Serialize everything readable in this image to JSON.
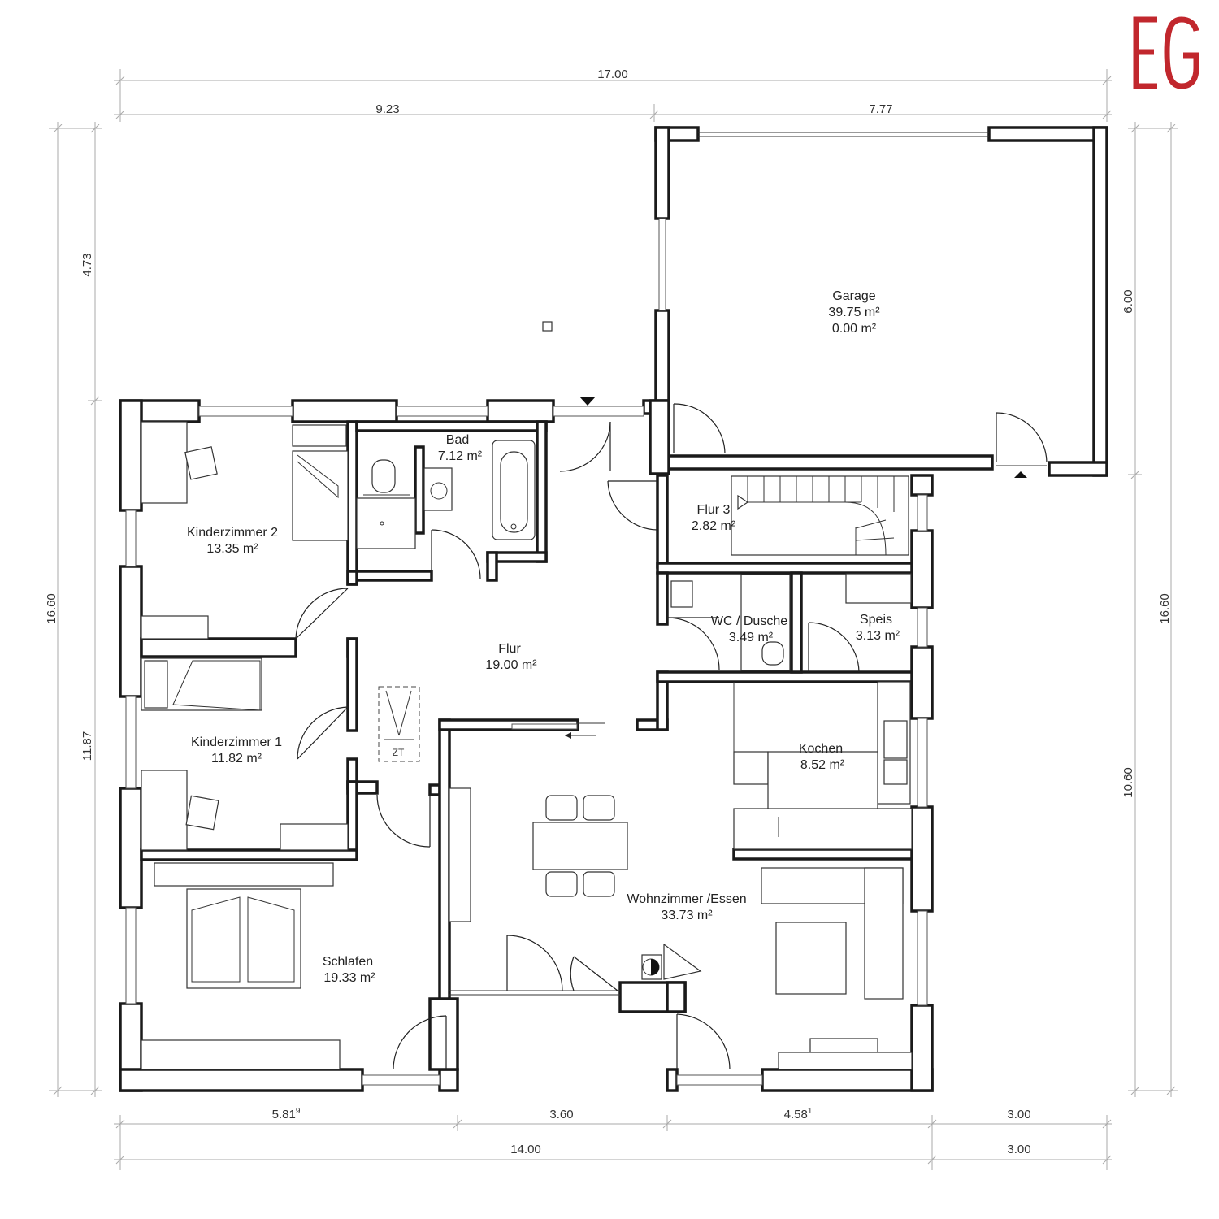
{
  "level_label": "EG",
  "colors": {
    "accent": "#c1272d",
    "wall": "#1a1a1a",
    "dimension_line": "#aaaaaa"
  },
  "rooms": {
    "garage": {
      "name": "Garage",
      "area": "39.75 m²",
      "area2": "0.00 m²"
    },
    "bad": {
      "name": "Bad",
      "area": "7.12 m²"
    },
    "flur3": {
      "name": "Flur 3",
      "area": "2.82 m²"
    },
    "kinderzimmer2": {
      "name": "Kinderzimmer 2",
      "area": "13.35 m²"
    },
    "flur": {
      "name": "Flur",
      "area": "19.00 m²"
    },
    "wc_dusche": {
      "name": "WC / Dusche",
      "area": "3.49 m²"
    },
    "speis": {
      "name": "Speis",
      "area": "3.13 m²"
    },
    "kinderzimmer1": {
      "name": "Kinderzimmer 1",
      "area": "11.82 m²"
    },
    "kochen": {
      "name": "Kochen",
      "area": "8.52 m²"
    },
    "wohnzimmer": {
      "name": "Wohnzimmer /Essen",
      "area": "33.73 m²"
    },
    "schlafen": {
      "name": "Schlafen",
      "area": "19.33 m²"
    }
  },
  "stair_label": "ZT",
  "dimensions": {
    "top_total": "17.00",
    "top_left": "9.23",
    "top_right": "7.77",
    "bottom_1": "5.81",
    "bottom_1_sup": "9",
    "bottom_2": "3.60",
    "bottom_3": "4.58",
    "bottom_3_sup": "1",
    "bottom_4": "3.00",
    "bottom_total_left": "14.00",
    "bottom_total_right": "3.00",
    "left_total": "16.60",
    "left_top": "4.73",
    "left_bottom": "11.87",
    "right_total": "16.60",
    "right_top": "6.00",
    "right_bottom": "10.60"
  }
}
